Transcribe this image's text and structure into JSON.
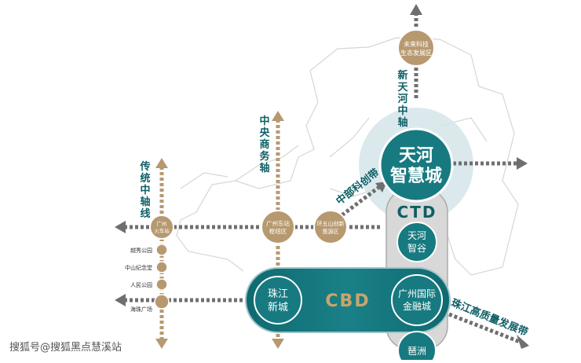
{
  "colors": {
    "teal": "#177a80",
    "teal_dark": "#0e5f66",
    "gold": "#b79970",
    "gold_text": "#b28d57",
    "gray_arrow": "#6f6f6f",
    "outline": "#cfcfcf",
    "halo": "#cfe0e6"
  },
  "axes": {
    "traditional": "传统中轴线",
    "central_business": "中央商务轴",
    "new_tianhe": "新天河中轴",
    "central_innovation": "中部科创带",
    "pearl_river": "珠江高质量发展带"
  },
  "nodes": {
    "future_tech": [
      "未来科技",
      "生态发展区"
    ],
    "guangzhou_railway": [
      "广州",
      "火车站"
    ],
    "guangzhou_east": [
      "广州东站",
      "枢纽区"
    ],
    "huanwushan": [
      "环五山创新",
      "策源区"
    ],
    "yuexiu_park": "越秀公园",
    "zhongshan_hall": "中山纪念堂",
    "peoples_park": "人民公园",
    "haizhu_square": "海珠广场"
  },
  "districts": {
    "tianhe_smart_city": [
      "天河",
      "智慧城"
    ],
    "ctd": "CTD",
    "tianhe_zhigu": [
      "天河",
      "智谷"
    ],
    "zhujiang_new_town": [
      "珠江",
      "新城"
    ],
    "cbd": "CBD",
    "ifc": [
      "广州国际",
      "金融城"
    ],
    "pazhou": "琶洲"
  },
  "watermark": "搜狐号@搜狐黑点慧溪站"
}
